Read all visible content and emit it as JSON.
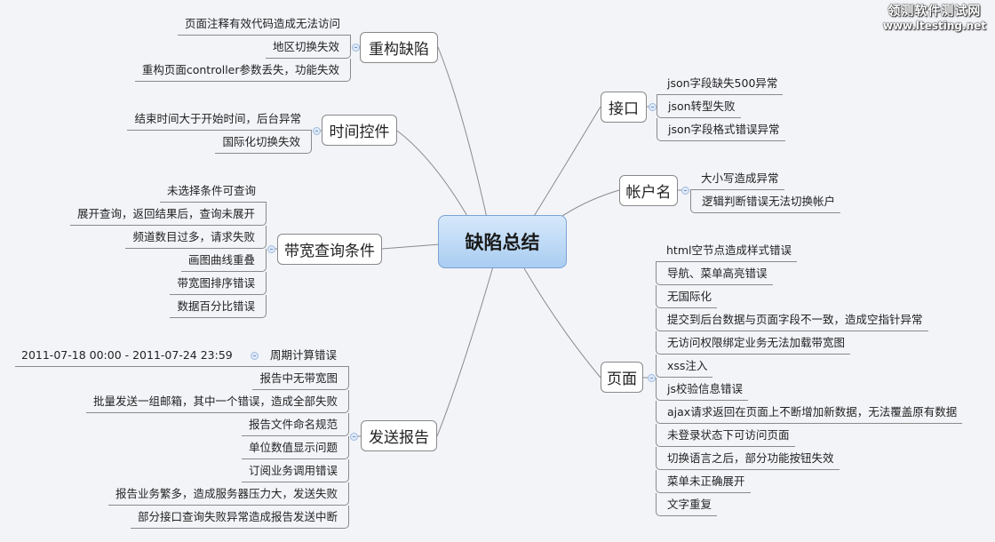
{
  "central": "缺陷总结",
  "watermark": {
    "name": "领测软件测试网",
    "url": "www.ltesting.net"
  },
  "branches": {
    "refactor": {
      "label": "重构缺陷",
      "items": [
        "页面注释有效代码造成无法访问",
        "地区切换失效",
        "重构页面controller参数丢失，功能失效"
      ]
    },
    "time": {
      "label": "时间控件",
      "items": [
        "结束时间大于开始时间，后台异常",
        "国际化切换失效"
      ]
    },
    "bandwidth": {
      "label": "带宽查询条件",
      "items": [
        "未选择条件可查询",
        "展开查询，返回结果后，查询未展开",
        "频道数目过多，请求失败",
        "画图曲线重叠",
        "带宽图排序错误",
        "数据百分比错误"
      ]
    },
    "report": {
      "label": "发送报告",
      "date_range": "2011-07-18 00:00 - 2011-07-24 23:59",
      "items": [
        "周期计算错误",
        "报告中无带宽图",
        "批量发送一组邮箱，其中一个错误，造成全部失败",
        "报告文件命名规范",
        "单位数值显示问题",
        "订阅业务调用错误",
        "报告业务繁多，造成服务器压力大，发送失败",
        "部分接口查询失败异常造成报告发送中断"
      ]
    },
    "api": {
      "label": "接口",
      "items": [
        "json字段缺失500异常",
        "json转型失败",
        "json字段格式错误异常"
      ]
    },
    "account": {
      "label": "帐户名",
      "items": [
        "大小写造成异常",
        "逻辑判断错误无法切换帐户"
      ]
    },
    "page": {
      "label": "页面",
      "items": [
        "html空节点造成样式错误",
        "导航、菜单高亮错误",
        "无国际化",
        "提交到后台数据与页面字段不一致，造成空指针异常",
        "无访问权限绑定业务无法加载带宽图",
        "xss注入",
        "js校验信息错误",
        "ajax请求返回在页面上不断增加新数据，无法覆盖原有数据",
        "未登录状态下可访问页面",
        "切换语言之后，部分功能按钮失效",
        "菜单未正确展开",
        "文字重复"
      ]
    }
  }
}
